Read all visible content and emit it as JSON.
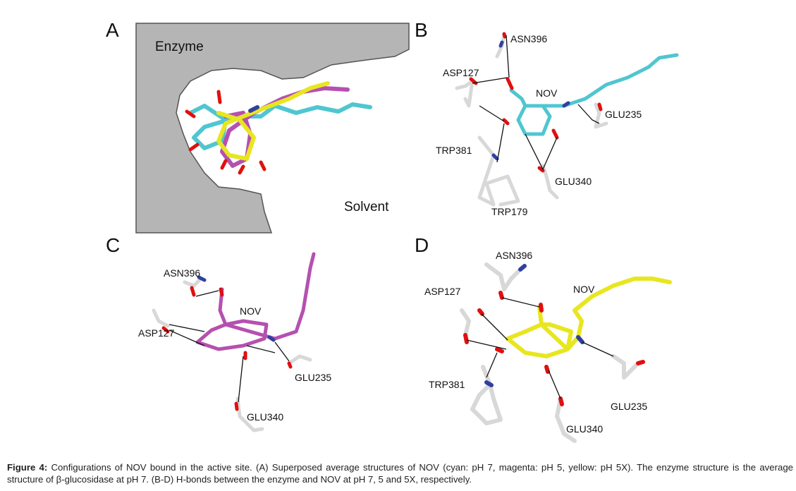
{
  "panels": {
    "A": {
      "letter": "A",
      "enzyme_label": "Enzyme",
      "solvent_label": "Solvent"
    },
    "B": {
      "letter": "B",
      "residues": [
        "ASN396",
        "ASP127",
        "NOV",
        "GLU235",
        "TRP381",
        "GLU340",
        "TRP179"
      ]
    },
    "C": {
      "letter": "C",
      "residues": [
        "ASN396",
        "NOV",
        "ASP127",
        "GLU235",
        "GLU340"
      ]
    },
    "D": {
      "letter": "D",
      "residues": [
        "ASN396",
        "ASP127",
        "NOV",
        "TRP381",
        "GLU235",
        "GLU340"
      ]
    }
  },
  "colors": {
    "cyan": "#4fc6d0",
    "magenta": "#b550b0",
    "yellow": "#e8e620",
    "enzyme": "#b5b5b5",
    "oxygen": "#e01010",
    "nitrogen": "#3040a0",
    "residue": "#d8d8d8"
  },
  "caption": {
    "figure_label": "Figure 4:",
    "text": "Configurations of NOV bound in the active site. (A) Superposed average structures of NOV (cyan: pH 7, magenta: pH 5, yellow: pH 5X). The enzyme structure is the average structure of β-glucosidase at pH 7. (B-D) H-bonds between the enzyme and NOV at pH 7, 5 and 5X, respectively."
  }
}
